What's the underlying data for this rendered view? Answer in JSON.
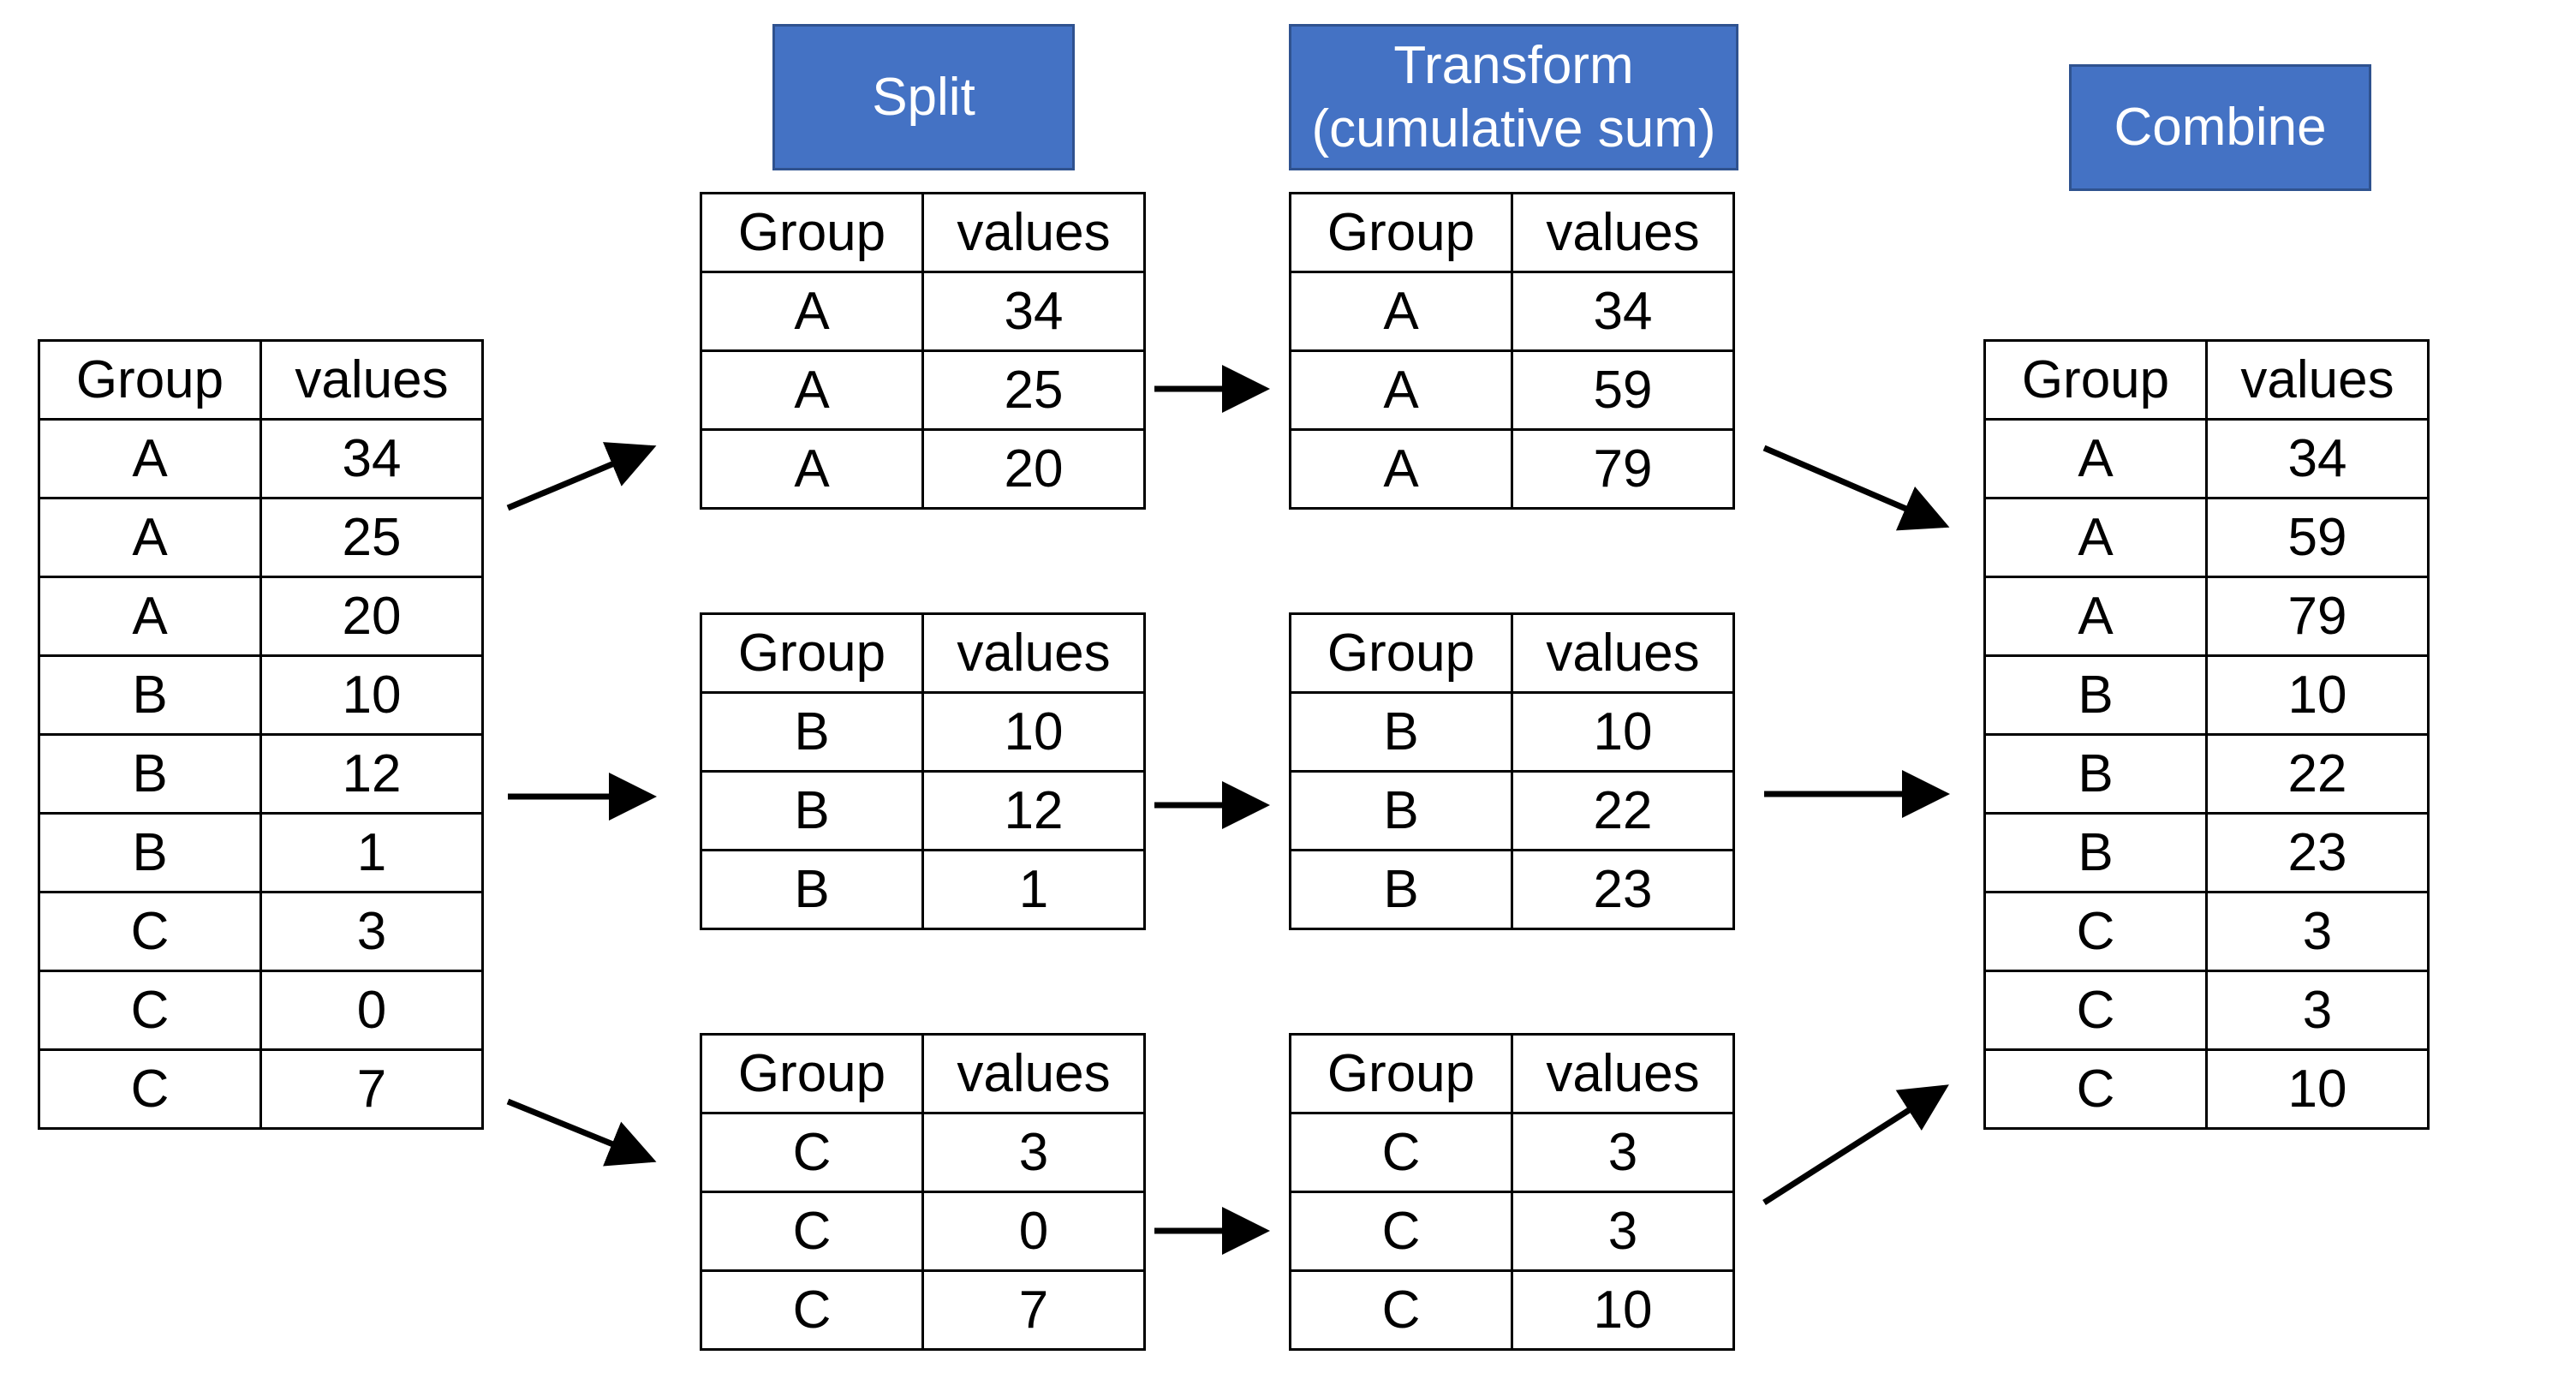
{
  "stages": {
    "split": "Split",
    "transform_line1": "Transform",
    "transform_line2": "(cumulative sum)",
    "combine": "Combine"
  },
  "headers": {
    "group": "Group",
    "values": "values"
  },
  "tables": {
    "original": {
      "rows": [
        {
          "g": "A",
          "v": "34"
        },
        {
          "g": "A",
          "v": "25"
        },
        {
          "g": "A",
          "v": "20"
        },
        {
          "g": "B",
          "v": "10"
        },
        {
          "g": "B",
          "v": "12"
        },
        {
          "g": "B",
          "v": "1"
        },
        {
          "g": "C",
          "v": "3"
        },
        {
          "g": "C",
          "v": "0"
        },
        {
          "g": "C",
          "v": "7"
        }
      ]
    },
    "split_a": {
      "rows": [
        {
          "g": "A",
          "v": "34"
        },
        {
          "g": "A",
          "v": "25"
        },
        {
          "g": "A",
          "v": "20"
        }
      ]
    },
    "split_b": {
      "rows": [
        {
          "g": "B",
          "v": "10"
        },
        {
          "g": "B",
          "v": "12"
        },
        {
          "g": "B",
          "v": "1"
        }
      ]
    },
    "split_c": {
      "rows": [
        {
          "g": "C",
          "v": "3"
        },
        {
          "g": "C",
          "v": "0"
        },
        {
          "g": "C",
          "v": "7"
        }
      ]
    },
    "transform_a": {
      "rows": [
        {
          "g": "A",
          "v": "34"
        },
        {
          "g": "A",
          "v": "59"
        },
        {
          "g": "A",
          "v": "79"
        }
      ]
    },
    "transform_b": {
      "rows": [
        {
          "g": "B",
          "v": "10"
        },
        {
          "g": "B",
          "v": "22"
        },
        {
          "g": "B",
          "v": "23"
        }
      ]
    },
    "transform_c": {
      "rows": [
        {
          "g": "C",
          "v": "3"
        },
        {
          "g": "C",
          "v": "3"
        },
        {
          "g": "C",
          "v": "10"
        }
      ]
    },
    "combined": {
      "rows": [
        {
          "g": "A",
          "v": "34"
        },
        {
          "g": "A",
          "v": "59"
        },
        {
          "g": "A",
          "v": "79"
        },
        {
          "g": "B",
          "v": "10"
        },
        {
          "g": "B",
          "v": "22"
        },
        {
          "g": "B",
          "v": "23"
        },
        {
          "g": "C",
          "v": "3"
        },
        {
          "g": "C",
          "v": "3"
        },
        {
          "g": "C",
          "v": "10"
        }
      ]
    }
  },
  "colors": {
    "stage_fill": "#4472c4",
    "stage_border": "#2f528f",
    "stage_text": "#ffffff",
    "table_border": "#000000",
    "arrow": "#000000"
  }
}
